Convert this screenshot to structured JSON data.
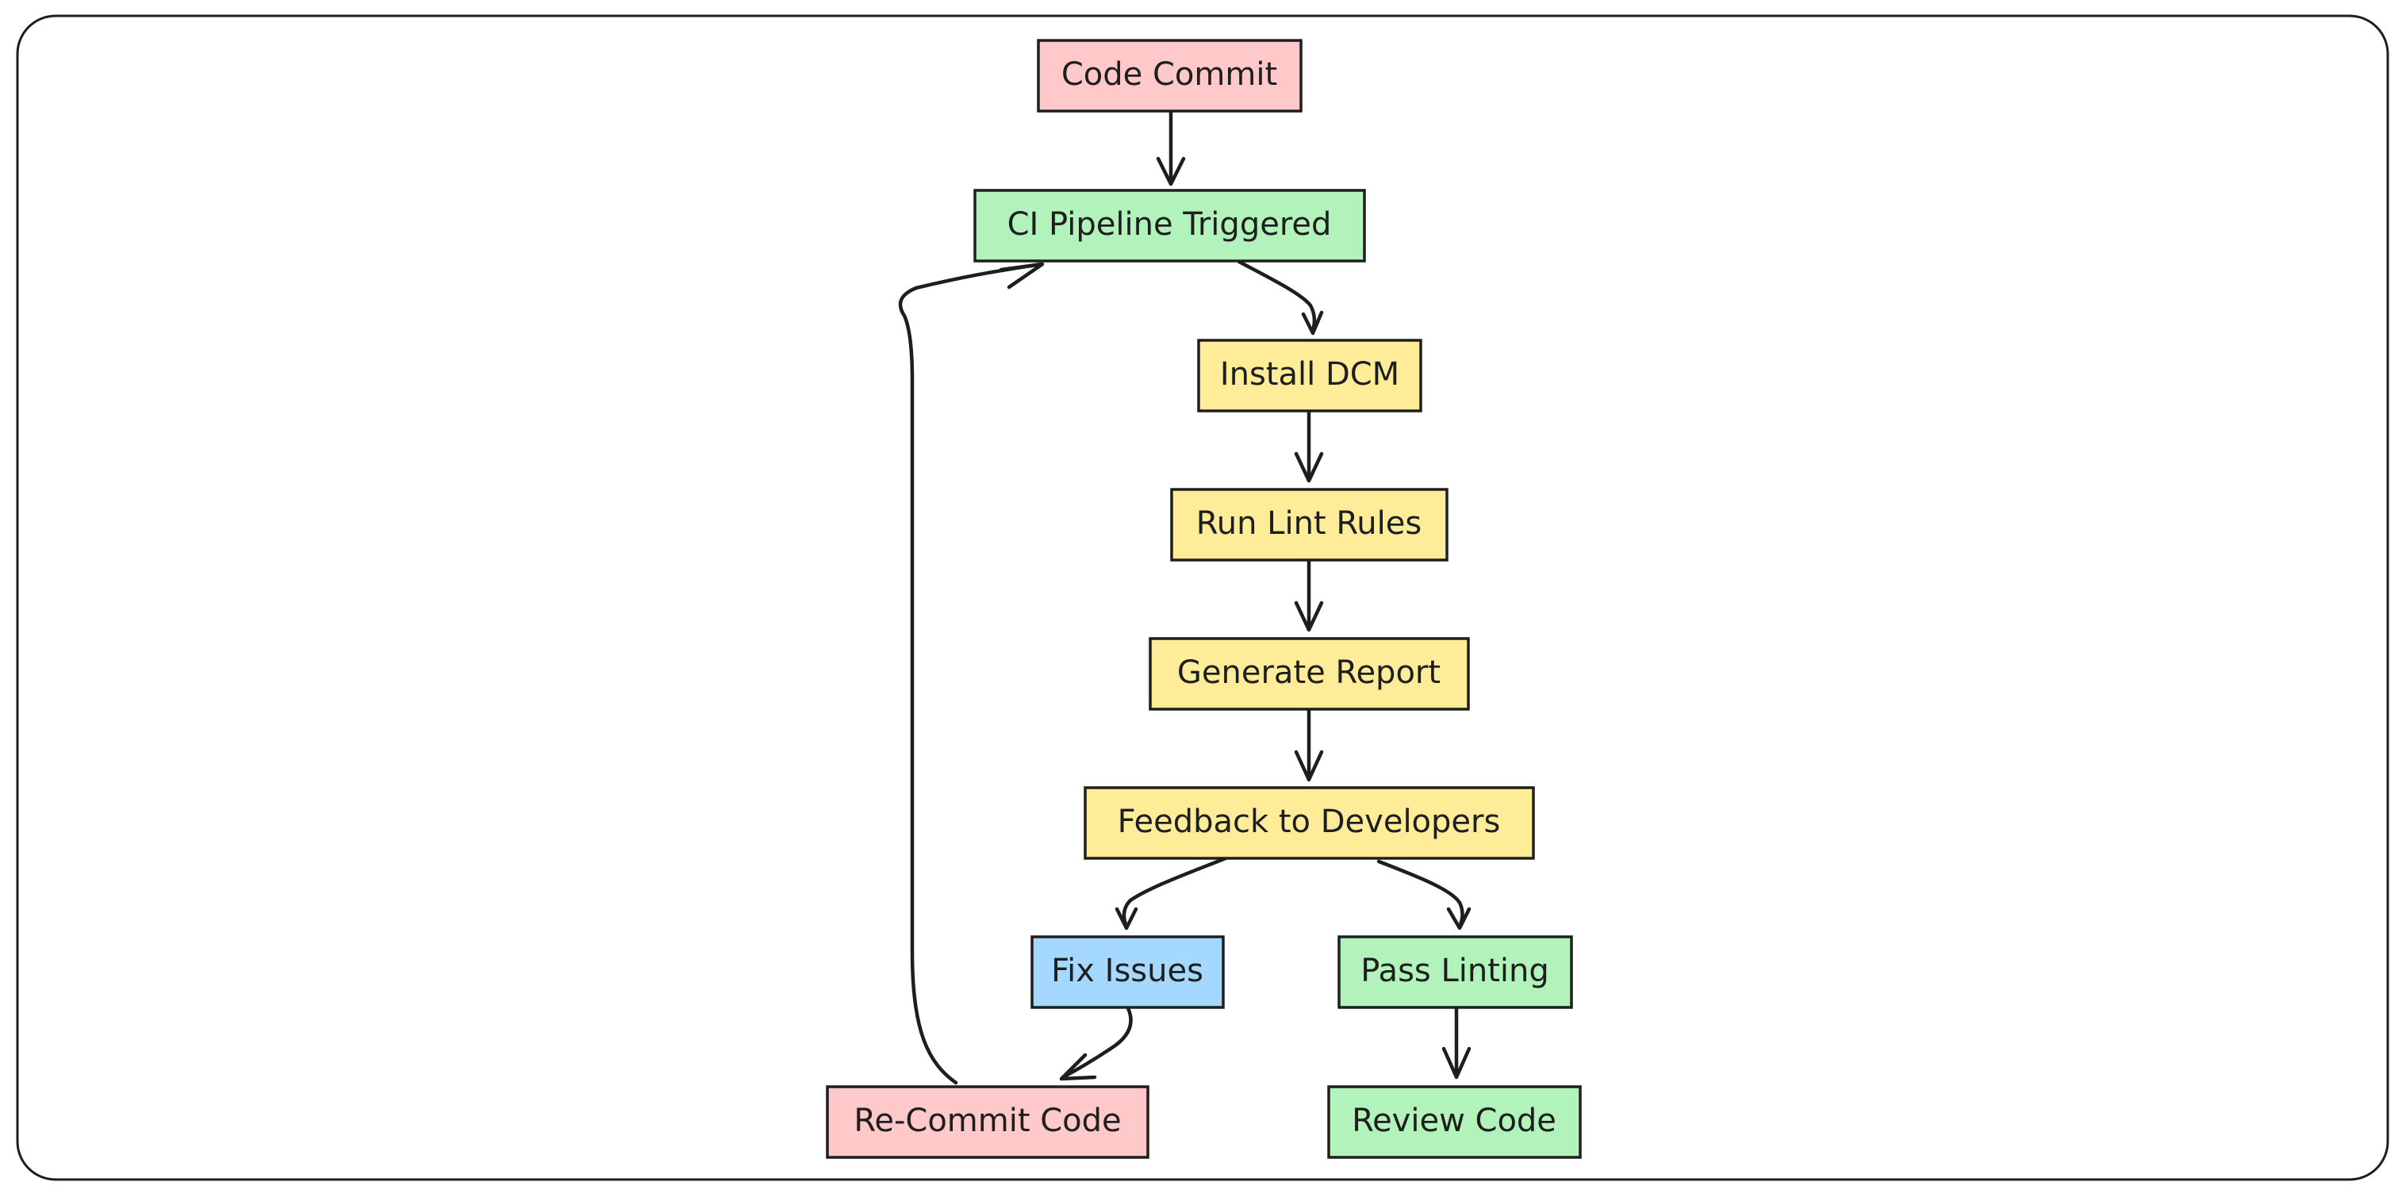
{
  "colors": {
    "pink": "#ffc9c9",
    "green": "#b2f2bb",
    "yellow": "#ffec99",
    "blue": "#a5d8ff",
    "stroke": "#1e1e1e"
  },
  "nodes": {
    "code_commit": {
      "label": "Code Commit",
      "color": "pink"
    },
    "ci_pipeline": {
      "label": "CI Pipeline Triggered",
      "color": "green"
    },
    "install_dcm": {
      "label": "Install DCM",
      "color": "yellow"
    },
    "run_lint": {
      "label": "Run Lint Rules",
      "color": "yellow"
    },
    "generate_report": {
      "label": "Generate Report",
      "color": "yellow"
    },
    "feedback": {
      "label": "Feedback to Developers",
      "color": "yellow"
    },
    "fix_issues": {
      "label": "Fix Issues",
      "color": "blue"
    },
    "pass_linting": {
      "label": "Pass Linting",
      "color": "green"
    },
    "recommit": {
      "label": "Re-Commit Code",
      "color": "pink"
    },
    "review_code": {
      "label": "Review Code",
      "color": "green"
    }
  },
  "edges": [
    {
      "from": "code_commit",
      "to": "ci_pipeline"
    },
    {
      "from": "ci_pipeline",
      "to": "install_dcm"
    },
    {
      "from": "install_dcm",
      "to": "run_lint"
    },
    {
      "from": "run_lint",
      "to": "generate_report"
    },
    {
      "from": "generate_report",
      "to": "feedback"
    },
    {
      "from": "feedback",
      "to": "fix_issues"
    },
    {
      "from": "feedback",
      "to": "pass_linting"
    },
    {
      "from": "fix_issues",
      "to": "recommit"
    },
    {
      "from": "pass_linting",
      "to": "review_code"
    },
    {
      "from": "recommit",
      "to": "ci_pipeline"
    }
  ]
}
